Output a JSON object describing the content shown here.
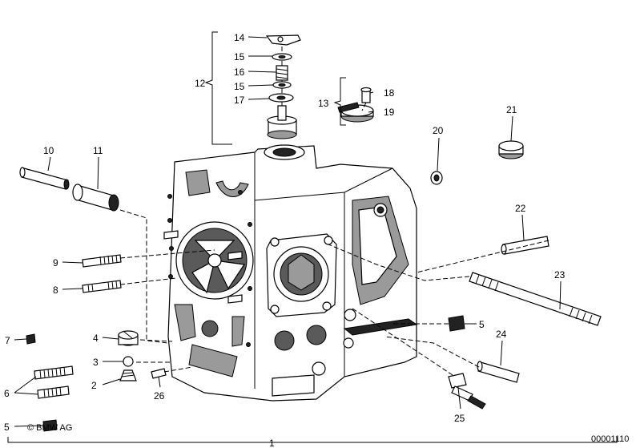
{
  "diagram": {
    "callouts": [
      "1",
      "2",
      "3",
      "4",
      "5",
      "5",
      "6",
      "7",
      "8",
      "9",
      "10",
      "11",
      "12",
      "13",
      "14",
      "15",
      "15",
      "16",
      "17",
      "18",
      "19",
      "20",
      "21",
      "22",
      "23",
      "24",
      "25",
      "26"
    ],
    "copyright": "© BMW AG",
    "drawing_number": "00001110"
  }
}
